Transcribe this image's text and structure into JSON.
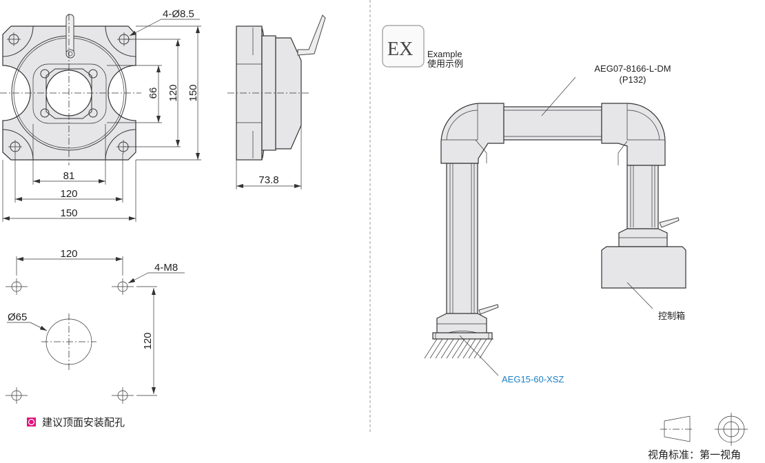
{
  "front_view": {
    "hole_label": "4-Ø8.5",
    "dim_66": "66",
    "dim_120_v": "120",
    "dim_150_v": "150",
    "dim_81": "81",
    "dim_120_h": "120",
    "dim_150_h": "150"
  },
  "side_view": {
    "dim_depth": "73.8"
  },
  "mounting": {
    "dim_120_h": "120",
    "dim_120_v": "120",
    "thread_label": "4-M8",
    "bore_label": "Ø65",
    "legend_text": "建议顶面安装配孔",
    "legend_color": "#e0157a"
  },
  "example": {
    "badge": "EX",
    "title_en": "Example",
    "title_cn": "使用示例",
    "arm_part": "AEG07-8166-L-DM",
    "arm_page": "(P132)",
    "control_box": "控制箱",
    "base_part": "AEG15-60-XSZ",
    "base_part_color": "#1a7fc8"
  },
  "projection": {
    "label": "视角标准：第一视角"
  }
}
